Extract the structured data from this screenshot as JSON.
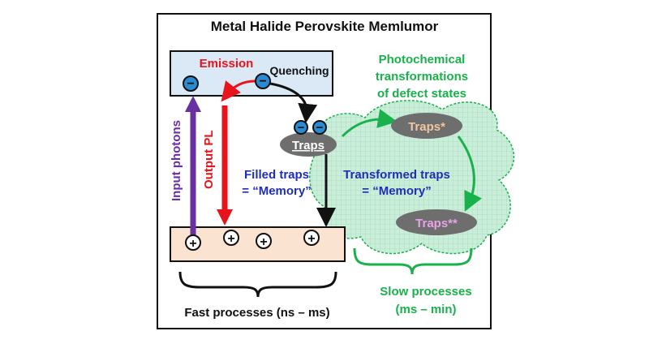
{
  "title": "Metal Halide Perovskite Memlumor",
  "labels": {
    "emission": "Emission",
    "quenching": "Quenching",
    "photochem_line1": "Photochemical",
    "photochem_line2": "transformations",
    "photochem_line3": "of defect states",
    "traps": "Traps",
    "traps_star": "Traps*",
    "traps_double_star": "Traps**",
    "filled_traps_line1": "Filled traps",
    "filled_traps_line2": "= “Memory”",
    "transformed_traps_line1": "Transformed traps",
    "transformed_traps_line2": "= “Memory”",
    "input_photons": "Input photons",
    "output_pl": "Output PL",
    "fast_processes": "Fast processes (ns – ms)",
    "slow_processes_line1": "Slow processes",
    "slow_processes_line2": "(ms – min)"
  },
  "symbols": {
    "electron": "−",
    "hole": "+"
  },
  "colors": {
    "emission": "#e8141b",
    "quenching": "#111111",
    "photochem": "#19b14b",
    "filled_traps": "#1f2fb5",
    "traps_star": "#f2c6a0",
    "traps_double_star": "#e7a3e6",
    "input_photons": "#6a2fa0",
    "output_pl": "#e8141b",
    "conduction_band": "#dbe8f5",
    "valence_band": "#fbe3d2",
    "trap_cloud": "#c9ecd8"
  }
}
